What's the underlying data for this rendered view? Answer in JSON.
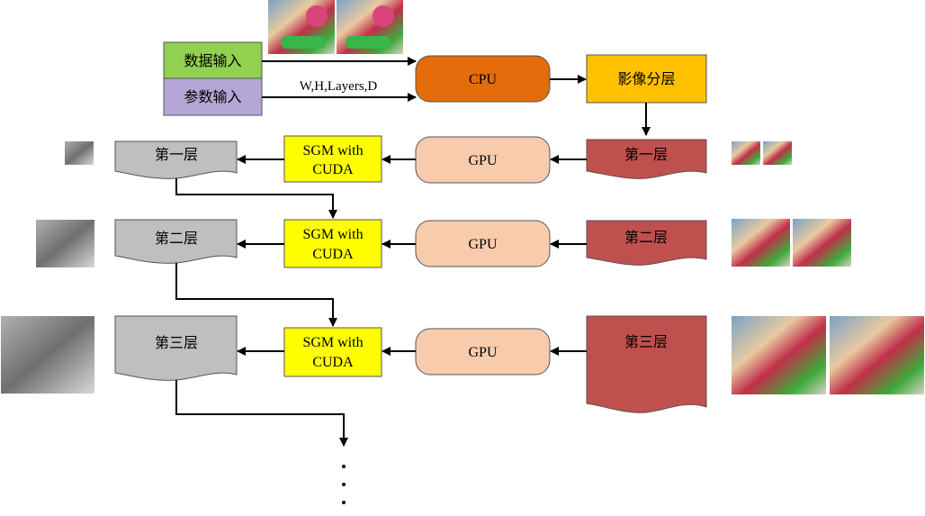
{
  "inputs": {
    "data_input": "数据输入",
    "param_input": "参数输入",
    "param_text": "W,H,Layers,D"
  },
  "nodes": {
    "cpu": "CPU",
    "layering": "影像分层",
    "gpu": "GPU",
    "sgm_line1": "SGM with",
    "sgm_line2": "CUDA"
  },
  "layers": [
    "第一层",
    "第二层",
    "第三层"
  ],
  "continuation": "⋮",
  "colors": {
    "data_input": "#92d050",
    "param_input": "#b4a7d6",
    "cpu": "#e46c0a",
    "layering": "#ffc000",
    "gpu": "#f8cbad",
    "sgm": "#ffff00",
    "layer_red": "#c0504d",
    "result_gray": "#bfbfbf"
  }
}
